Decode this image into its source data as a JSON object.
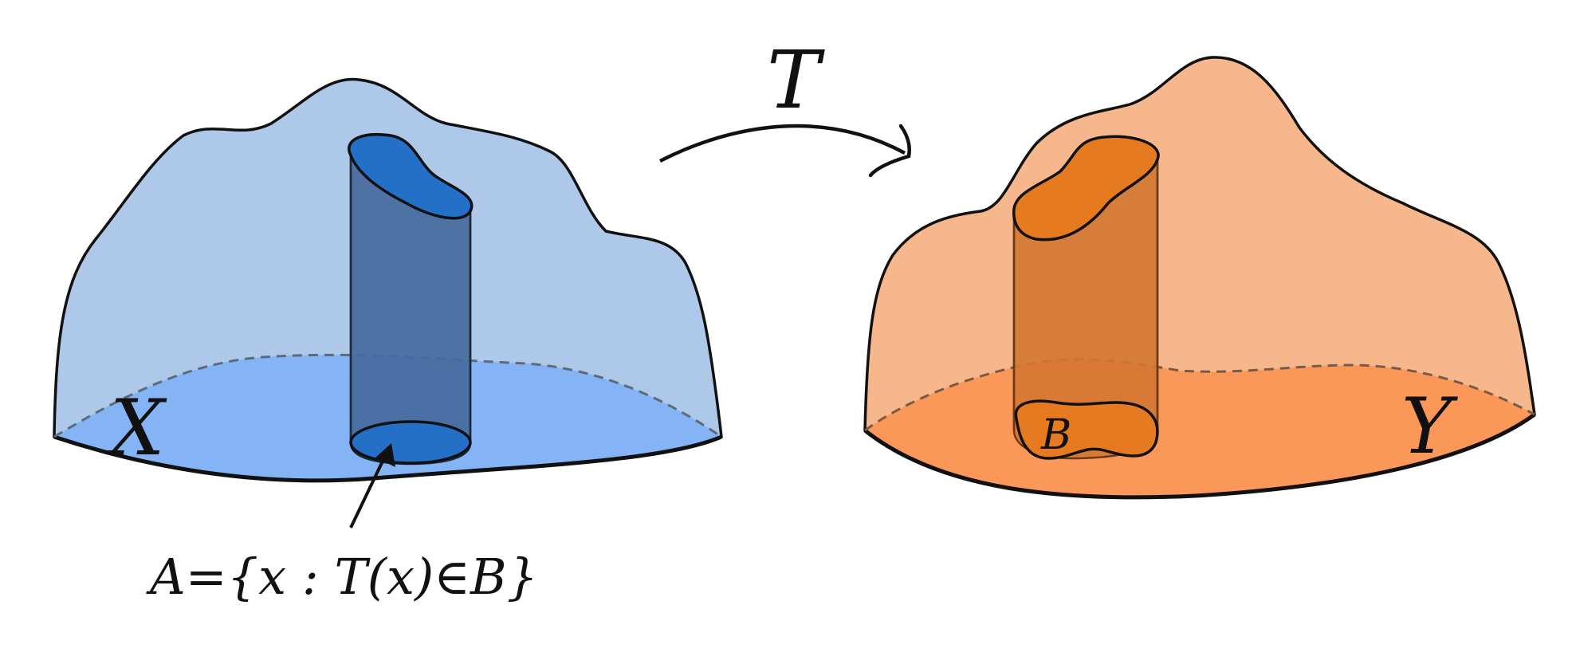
{
  "diagram": {
    "map_label": "T",
    "source_space": {
      "label": "X",
      "fill": "#aec8ea",
      "base_fill": "#84b4f6",
      "tube_fill": "#466a9e",
      "set_fill": "#2470c8"
    },
    "target_space": {
      "label": "Y",
      "fill": "#f5b78b",
      "base_fill": "#fb9859",
      "tube_fill": "#d47732",
      "set_fill": "#e67a21"
    },
    "target_set_label": "B",
    "preimage_formula": "A={x : T(x)∈B}"
  }
}
